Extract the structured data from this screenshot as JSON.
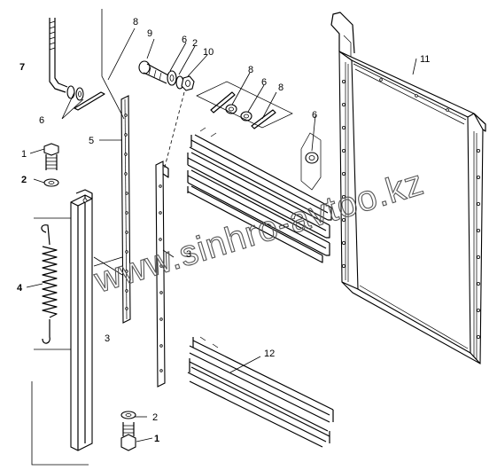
{
  "watermark": "www.sinhro-avtoo.kz",
  "callouts": [
    {
      "id": "c7",
      "text": "7",
      "bold": true
    },
    {
      "id": "c6a",
      "text": "6",
      "bold": false
    },
    {
      "id": "c8a",
      "text": "8",
      "bold": false
    },
    {
      "id": "c9",
      "text": "9",
      "bold": false
    },
    {
      "id": "c6b",
      "text": "6",
      "bold": false
    },
    {
      "id": "c2a",
      "text": "2",
      "bold": false
    },
    {
      "id": "c10",
      "text": "10",
      "bold": false
    },
    {
      "id": "c11",
      "text": "11",
      "bold": false
    },
    {
      "id": "c5",
      "text": "5",
      "bold": false
    },
    {
      "id": "c8b",
      "text": "8",
      "bold": false
    },
    {
      "id": "c6c",
      "text": "6",
      "bold": false
    },
    {
      "id": "c8c",
      "text": "8",
      "bold": false
    },
    {
      "id": "c6d",
      "text": "6",
      "bold": false
    },
    {
      "id": "c1a",
      "text": "1",
      "bold": false
    },
    {
      "id": "c2b",
      "text": "2",
      "bold": true
    },
    {
      "id": "c4",
      "text": "4",
      "bold": true
    },
    {
      "id": "c3a",
      "text": "3",
      "bold": false
    },
    {
      "id": "c3b",
      "text": "3",
      "bold": false
    },
    {
      "id": "c12",
      "text": "12",
      "bold": false
    },
    {
      "id": "c2c",
      "text": "2",
      "bold": false
    },
    {
      "id": "c1b",
      "text": "1",
      "bold": true
    }
  ]
}
